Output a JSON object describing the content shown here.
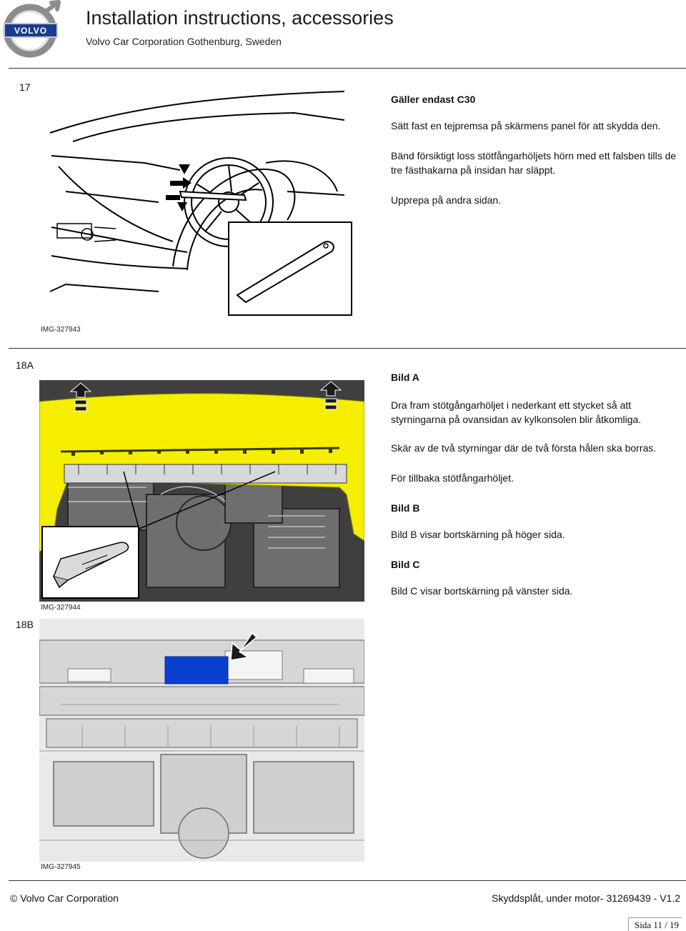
{
  "header": {
    "brand_logo_text": "VOLVO",
    "title": "Installation instructions, accessories",
    "subtitle": "Volvo Car Corporation Gothenburg, Sweden"
  },
  "steps": [
    {
      "number": "17",
      "image_id": "IMG-327943",
      "heading": "Gäller endast C30",
      "paragraphs": [
        "Sätt fast en tejpremsa på skärmens panel för att skydda den.",
        "Bänd försiktigt loss stötfångarhöljets hörn med ett falsben tills de tre fästhakarna på insidan har släppt.",
        "Upprepa på andra sidan."
      ]
    },
    {
      "number": "18A",
      "image_id": "IMG-327944",
      "blocks": [
        {
          "text": "Bild A",
          "bold": true
        },
        {
          "text": "Dra fram stötgångarhöljet i nederkant ett stycket så att styrningarna på ovansidan av kylkonsolen blir åtkomliga.",
          "bold": false
        },
        {
          "text": "Skär av de två styrningar där de två första hålen ska borras.",
          "bold": false
        },
        {
          "text": "För tillbaka stötfångarhöljet.",
          "bold": false
        },
        {
          "text": "Bild B",
          "bold": true
        },
        {
          "text": "Bild B visar bortskärning på höger sida.",
          "bold": false
        },
        {
          "text": "Bild C",
          "bold": true
        },
        {
          "text": "Bild C visar bortskärning på vänster sida.",
          "bold": false
        }
      ]
    },
    {
      "number": "18B",
      "image_id": "IMG-327945"
    }
  ],
  "footer": {
    "left": "© Volvo Car Corporation",
    "right": "Skyddsplåt, under motor- 31269439 - V1.2",
    "page": "Sida 11 / 19"
  },
  "colors": {
    "highlight_yellow": "#f5ee00",
    "highlight_blue": "#0a3fd0"
  }
}
